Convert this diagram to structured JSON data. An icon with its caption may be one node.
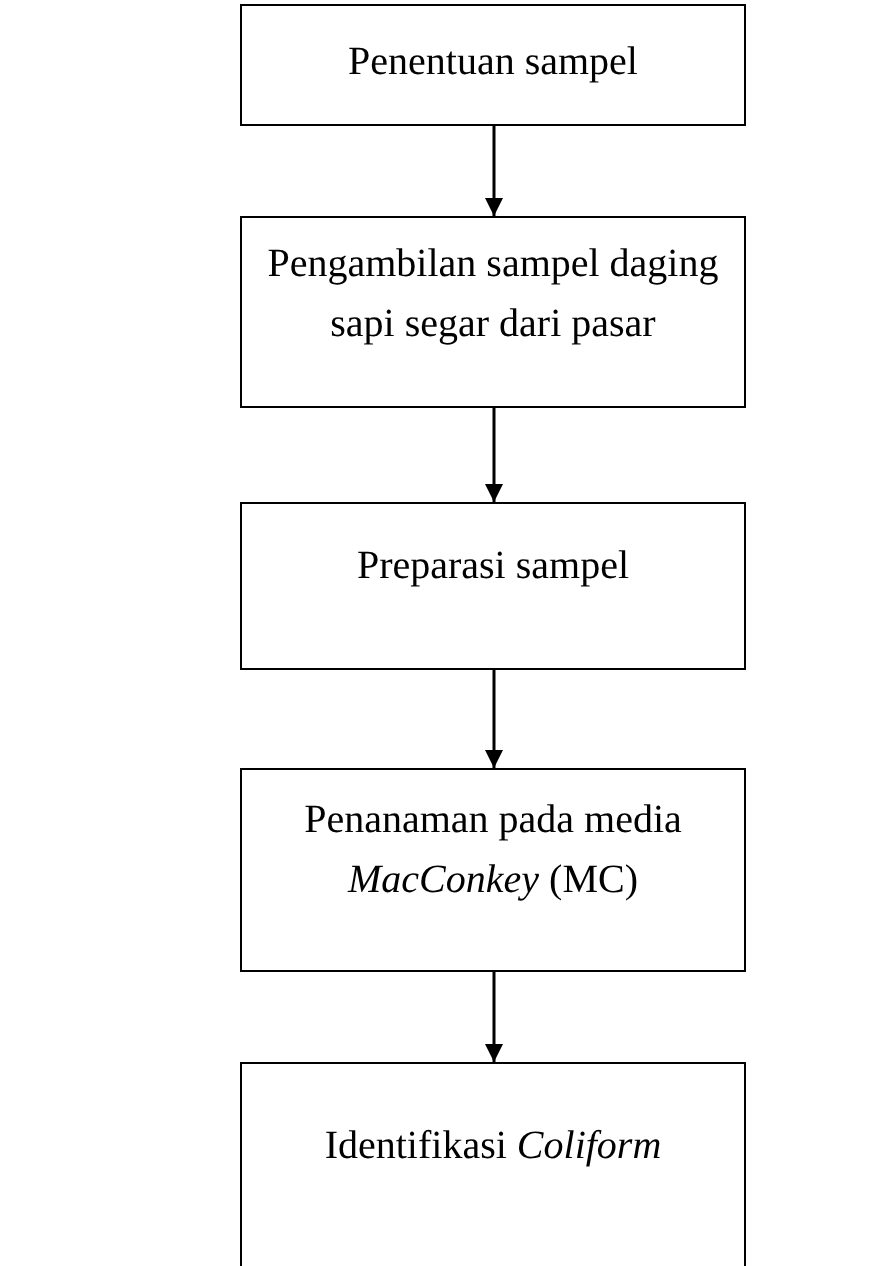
{
  "diagram": {
    "nodes": [
      {
        "text": [
          "Penentuan sampel"
        ]
      },
      {
        "text": [
          "Pengambilan sampel daging sapi segar dari pasar"
        ]
      },
      {
        "text": [
          "Preparasi sampel"
        ]
      },
      {
        "text": [
          "Penanaman pada media *MacConkey* (MC)"
        ]
      },
      {
        "text": [
          "Identifikasi *Coliform*"
        ]
      }
    ],
    "edges": [
      {
        "from": 0,
        "to": 1,
        "arrow": "to"
      },
      {
        "from": 1,
        "to": 2,
        "arrow": "to"
      },
      {
        "from": 2,
        "to": 3,
        "arrow": "to"
      },
      {
        "from": 3,
        "to": 4,
        "arrow": "to"
      }
    ]
  }
}
